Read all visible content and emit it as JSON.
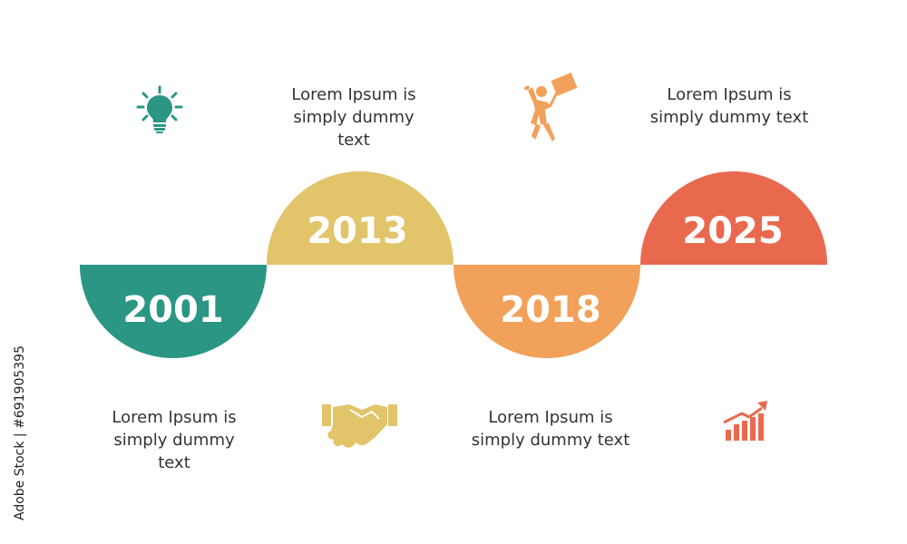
{
  "milestones": [
    {
      "year": "2001",
      "color": "#2a9683",
      "caption_lines": [
        "Lorem Ipsum is",
        "simply dummy",
        "text"
      ],
      "icon": "lightbulb-icon"
    },
    {
      "year": "2013",
      "color": "#e2c46a",
      "caption_lines": [
        "Lorem Ipsum is",
        "simply dummy",
        "text"
      ],
      "icon": "handshake-icon"
    },
    {
      "year": "2018",
      "color": "#f2a15a",
      "caption_lines": [
        "Lorem Ipsum is",
        "simply dummy text"
      ],
      "icon": "celebrating-person-icon"
    },
    {
      "year": "2025",
      "color": "#e9694f",
      "caption_lines": [
        "Lorem Ipsum is",
        "simply dummy text"
      ],
      "icon": "growth-chart-icon"
    }
  ],
  "watermark": {
    "text": "Adobe Stock | #691905395"
  }
}
